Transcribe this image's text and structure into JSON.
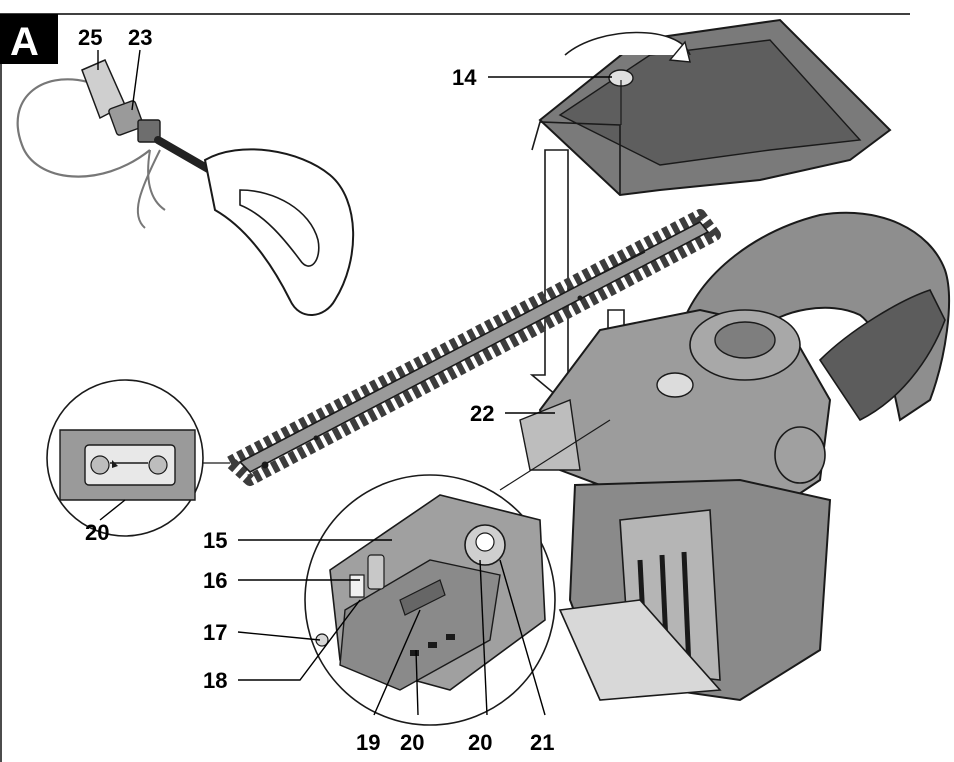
{
  "panel": {
    "letter": "A"
  },
  "callouts": {
    "c25": "25",
    "c23": "23",
    "c14": "14",
    "c22": "22",
    "c20_inset": "20",
    "c15": "15",
    "c16": "16",
    "c17": "17",
    "c18": "18",
    "c19": "19",
    "c20_a": "20",
    "c20_b": "20",
    "c21": "21"
  },
  "colors": {
    "body_grey": "#9a9a9a",
    "dark_grey": "#6e6e6e",
    "light_grey": "#c6c6c6",
    "chain": "#3c3c3c",
    "outline": "#1a1a1a"
  }
}
